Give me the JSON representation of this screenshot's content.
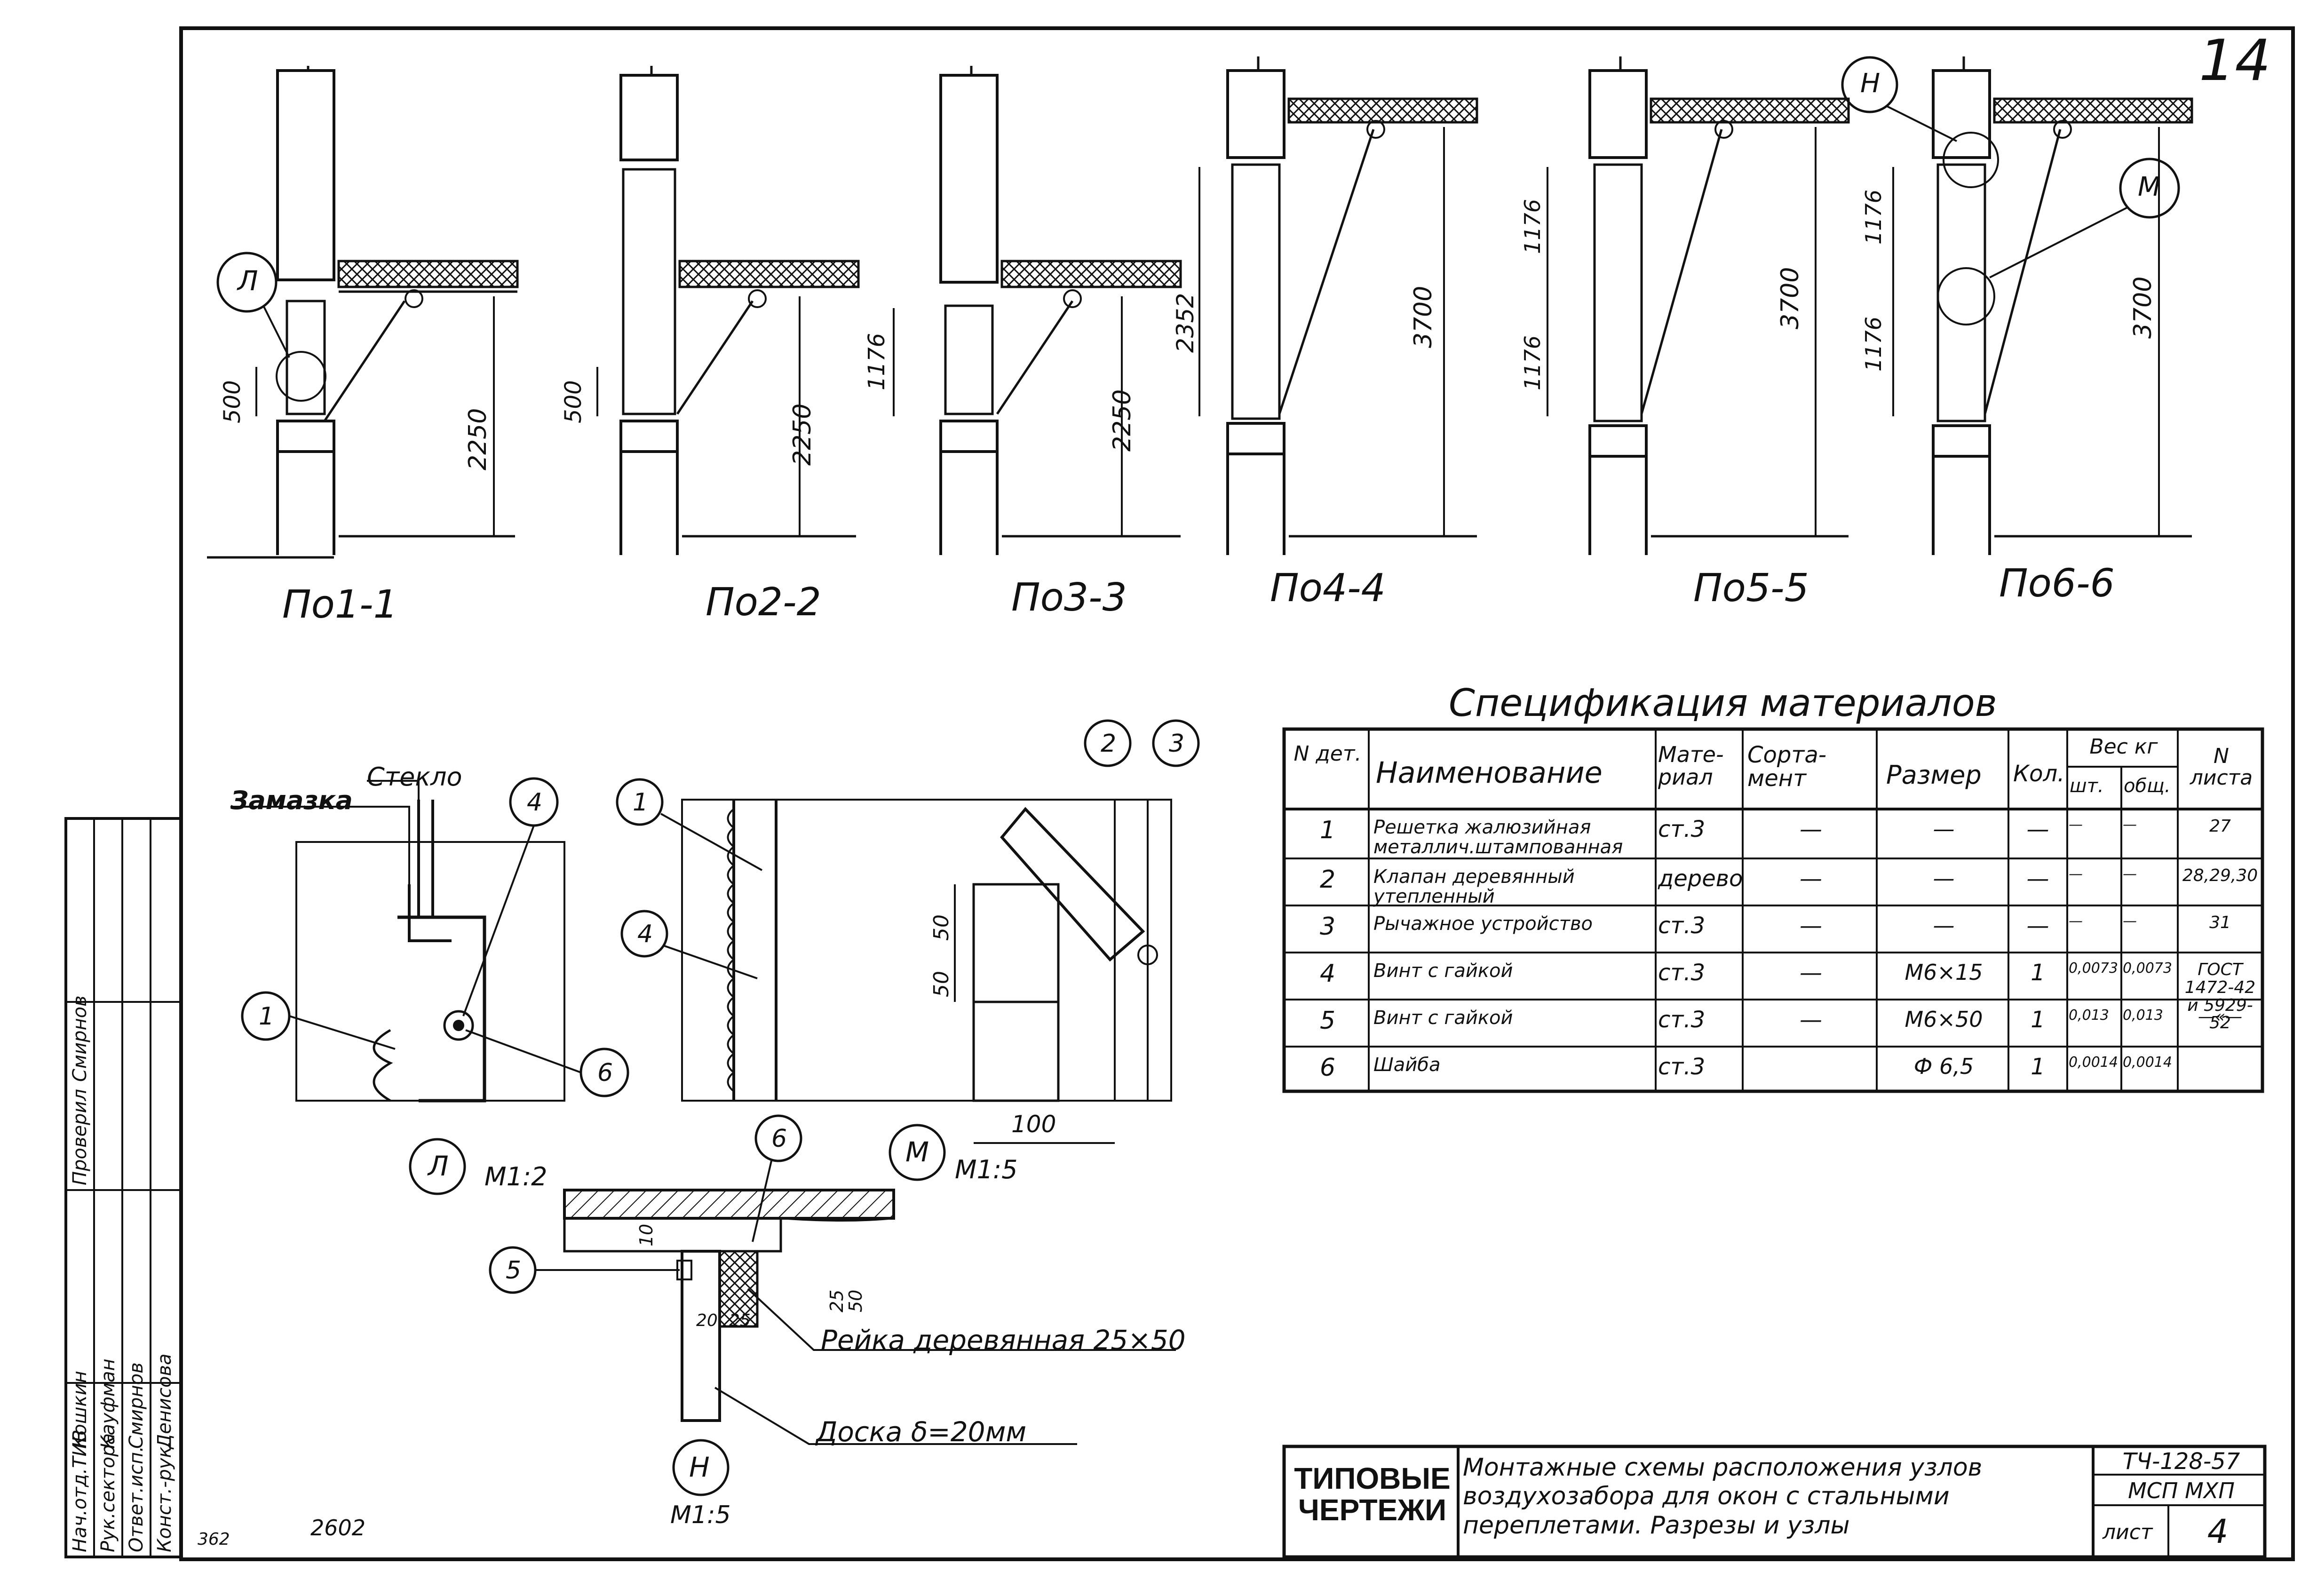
{
  "sheet_number": "14",
  "section_labels": [
    "По1-1",
    "По2-2",
    "По3-3",
    "По4-4",
    "По5-5",
    "По6-6"
  ],
  "dimensions": {
    "d500": "500",
    "d2250": "2250",
    "d1176": "1176",
    "d2352": "2352",
    "d3700": "3700"
  },
  "callouts": {
    "L": "Л",
    "M": "М",
    "N": "Н"
  },
  "details": {
    "zamazka": "Замазка",
    "steklo": "Стекло",
    "num1": "1",
    "num2": "2",
    "num3": "3",
    "num4": "4",
    "num5": "5",
    "num6": "6",
    "scale_12": "М1:2",
    "scale_15": "М1:5",
    "dim50": "50",
    "dim100": "100",
    "dim10": "10",
    "dim25": "25",
    "dim20": "20",
    "rejka": "Рейка деревянная 25×50",
    "doska": "Доска δ=20мм"
  },
  "spec": {
    "title": "Спецификация материалов",
    "headers": {
      "num": "N дет.",
      "name": "Наименование",
      "material": "Мате-риал",
      "sortament": "Сорта-мент",
      "size": "Размер",
      "qty": "Кол.",
      "weight": "Вес кг",
      "w_unit": "шт.",
      "w_total": "общ.",
      "sheet": "N листа"
    },
    "rows": [
      {
        "n": "1",
        "name": "Решетка жалюзийная металлич.штампованная",
        "mat": "ст.3",
        "sort": "—",
        "size": "—",
        "qty": "—",
        "w1": "—",
        "w2": "—",
        "sheet": "27"
      },
      {
        "n": "2",
        "name": "Клапан деревянный утепленный",
        "mat": "дерево",
        "sort": "—",
        "size": "—",
        "qty": "—",
        "w1": "—",
        "w2": "—",
        "sheet": "28,29,30"
      },
      {
        "n": "3",
        "name": "Рычажное устройство",
        "mat": "ст.3",
        "sort": "—",
        "size": "—",
        "qty": "—",
        "w1": "—",
        "w2": "—",
        "sheet": "31"
      },
      {
        "n": "4",
        "name": "Винт с гайкой",
        "mat": "ст.3",
        "sort": "—",
        "size": "М6×15",
        "qty": "1",
        "w1": "0,0073",
        "w2": "0,0073",
        "sheet": "ГОСТ 1472-42 и 5929-52"
      },
      {
        "n": "5",
        "name": "Винт с гайкой",
        "mat": "ст.3",
        "sort": "—",
        "size": "М6×50",
        "qty": "1",
        "w1": "0,013",
        "w2": "0,013",
        "sheet": "—«—"
      },
      {
        "n": "6",
        "name": "Шайба",
        "mat": "ст.3",
        "sort": "",
        "size": "Ф 6,5",
        "qty": "1",
        "w1": "0,0014",
        "w2": "0,0014",
        "sheet": ""
      }
    ]
  },
  "title_block": {
    "stamp": "ТИПОВЫЕ ЧЕРТЕЖИ",
    "description": "Монтажные схемы расположения узлов воздухозабора для окон с стальными переплетами. Разрезы и узлы",
    "code": "ТЧ-128-57",
    "org": "МСП МХП",
    "sheet_label": "лист",
    "sheet_num": "4"
  },
  "side_block": {
    "roles": [
      "Нач.отд.ТИВ",
      "Рук.сектора",
      "Ответ.исп.",
      "Конст.-рук."
    ],
    "names": [
      "Кошкин",
      "Кауфман",
      "Смирнов",
      "Денисова"
    ],
    "verify": "Проверил",
    "verify_name": "Смирнов"
  },
  "bottom_notes": {
    "left": "362",
    "mid": "2602"
  }
}
